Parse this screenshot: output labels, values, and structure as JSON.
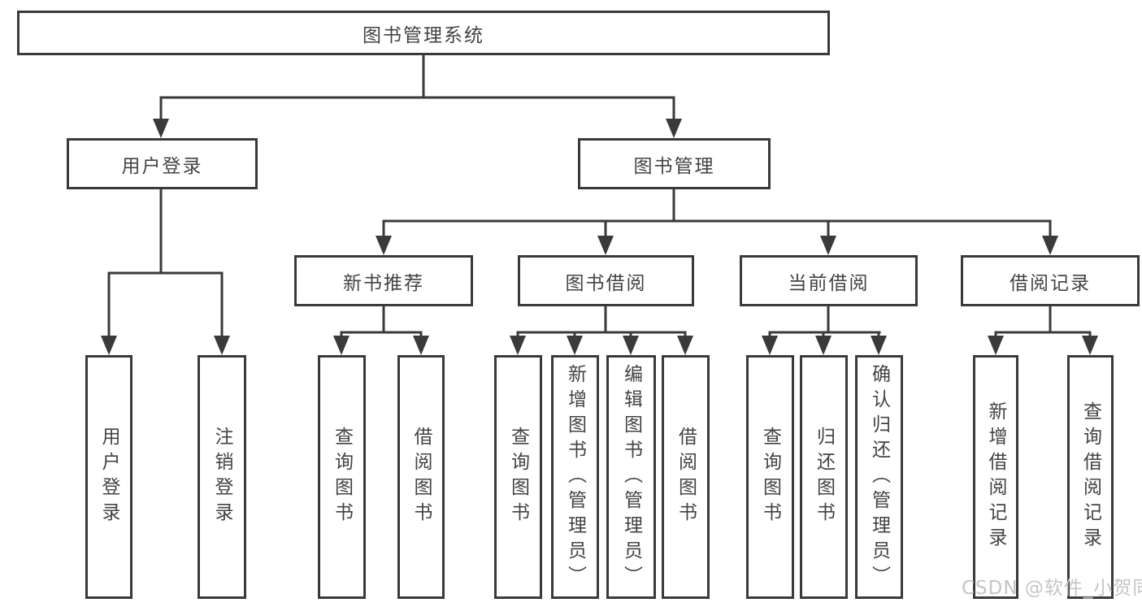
{
  "diagram": {
    "root": {
      "label": "图书管理系统"
    },
    "level1": [
      {
        "label": "用户登录",
        "children": [
          {
            "label": "用户登录"
          },
          {
            "label": "注销登录"
          }
        ]
      },
      {
        "label": "图书管理",
        "children": [
          {
            "label": "新书推荐",
            "children": [
              {
                "label": "查询图书"
              },
              {
                "label": "借阅图书"
              }
            ]
          },
          {
            "label": "图书借阅",
            "children": [
              {
                "label": "查询图书"
              },
              {
                "label": "新增图书（管理员）"
              },
              {
                "label": "编辑图书（管理员）"
              },
              {
                "label": "借阅图书"
              }
            ]
          },
          {
            "label": "当前借阅",
            "children": [
              {
                "label": "查询图书"
              },
              {
                "label": "归还图书"
              },
              {
                "label": "确认归还（管理员）"
              }
            ]
          },
          {
            "label": "借阅记录",
            "children": [
              {
                "label": "新增借阅记录"
              },
              {
                "label": "查询借阅记录"
              }
            ]
          }
        ]
      }
    ]
  },
  "watermark": {
    "text": "CSDN @软件_小贺同学"
  },
  "colors": {
    "line": "#3a3a3a",
    "border": "#3a3a3a",
    "text": "#434343",
    "watermark": "#c5c5c5",
    "background": "#ffffff"
  }
}
